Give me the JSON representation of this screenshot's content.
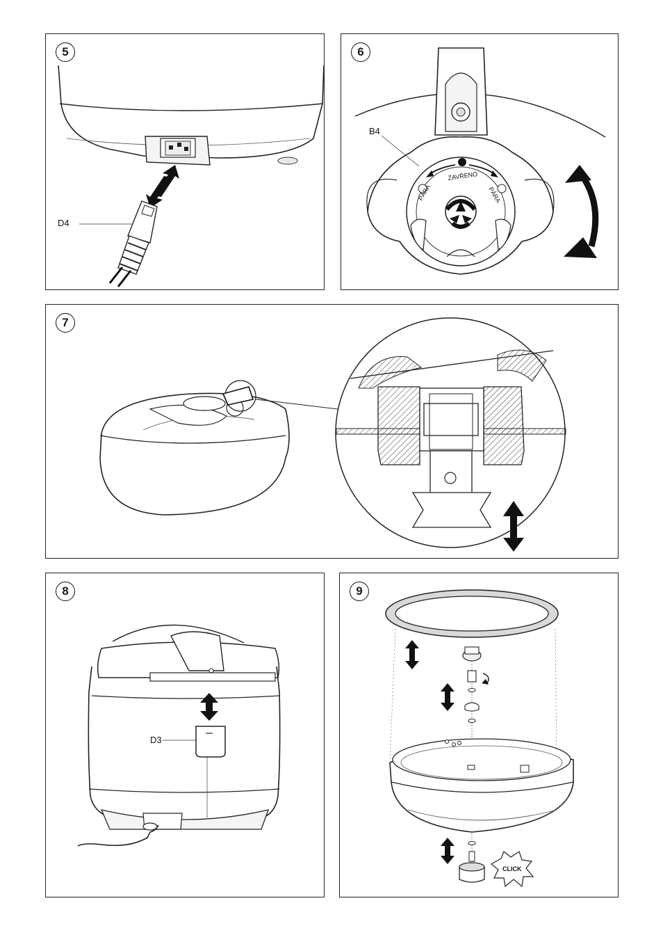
{
  "panels": {
    "p5": {
      "step": "5",
      "callout": "D4"
    },
    "p6": {
      "step": "6",
      "callout": "B4",
      "dial_close": "ZAVŘENO",
      "dial_left": "PÁRA",
      "dial_right": "PÁRA"
    },
    "p7": {
      "step": "7"
    },
    "p8": {
      "step": "8",
      "callout": "D3"
    },
    "p9": {
      "step": "9",
      "click_label": "CLICK"
    }
  }
}
